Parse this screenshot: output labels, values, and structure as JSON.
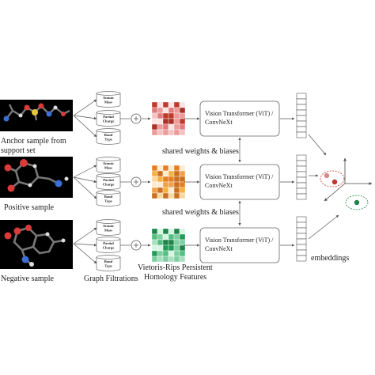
{
  "captions": {
    "anchor_line1": "Anchor sample from",
    "anchor_line2": "support set",
    "positive": "Positive sample",
    "negative": "Negative sample",
    "graph_filtrations": "Graph Filtrations",
    "vr_line1": "Vietoris-Rips Persistent",
    "vr_line2": "Homology Features",
    "shared_1": "shared weights & biases",
    "shared_2": "shared weights & biases",
    "embeddings": "embeddings"
  },
  "filters": [
    [
      "Atomic",
      "Mass"
    ],
    [
      "Partial",
      "Charge"
    ],
    [
      "Bond",
      "Type"
    ]
  ],
  "model": {
    "line1": "Vision Transformer (ViT)  /",
    "line2": "ConvNeXt"
  },
  "heatmap_palettes": {
    "anchor": [
      "#c0392b",
      "#e07b7b",
      "#f4c1c1",
      "#fbe3e3",
      "#a93226",
      "#ec9a9a"
    ],
    "positive": [
      "#e67e22",
      "#f5b041",
      "#fad7a0",
      "#fdebd0",
      "#f0a04b",
      "#ca6f1e"
    ],
    "negative": [
      "#1e8449",
      "#52be80",
      "#a9dfbf",
      "#d5f5e3",
      "#239b56",
      "#7dcea0"
    ]
  },
  "colors": {
    "arrow": "#555555",
    "box": "#666666",
    "cluster_red": "#c0392b",
    "cluster_green": "#1e8449"
  }
}
